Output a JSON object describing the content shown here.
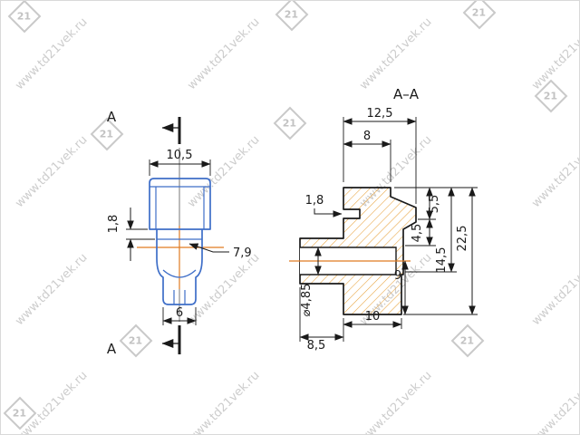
{
  "watermark": {
    "text": "www.td21vek.ru",
    "logo": "21"
  },
  "front_view": {
    "section_label_top": "A",
    "section_label_bottom": "A",
    "dim_width_top": "10,5",
    "dim_collar_height": "1,8",
    "dim_bulb_diameter": "7,9",
    "dim_stem_width": "6"
  },
  "section_view": {
    "title": "A–A",
    "dim_overall_width": "12,5",
    "dim_top_width": "8",
    "dim_slot_height": "1,8",
    "dim_step1": "5,5",
    "dim_step2": "4,5",
    "dim_mid_height": "14,5",
    "dim_overall_height": "22,5",
    "dim_hole_depth": "9",
    "dim_bottom_width": "10",
    "dim_boss_length": "8,5",
    "dim_hole_diameter": "⌀4,85"
  },
  "colors": {
    "part_blue": "#3e6ec8",
    "centerline_orange": "#e07a20",
    "hatch_orange": "#e8a23c",
    "line_dark": "#1a1a1a",
    "watermark_gray": "#c4c4c4"
  }
}
